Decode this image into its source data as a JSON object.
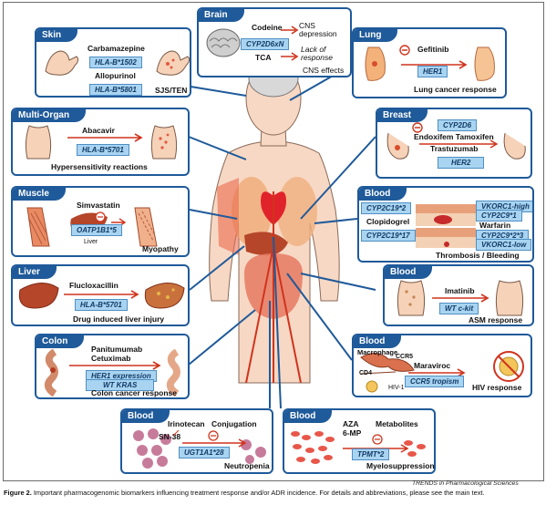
{
  "panels": {
    "brain": {
      "title": "Brain",
      "drug1": "Codeine",
      "effect1": "CNS depression",
      "gene": "CYP2D6xN",
      "drug2": "TCA",
      "effect2": "Lack of response",
      "outcome": "CNS effects"
    },
    "skin": {
      "title": "Skin",
      "drug1": "Carbamazepine",
      "gene1": "HLA-B*1502",
      "drug2": "Allopurinol",
      "gene2": "HLA-B*5801",
      "outcome": "SJS/TEN"
    },
    "lung": {
      "title": "Lung",
      "drug": "Gefitinib",
      "gene": "HER1",
      "outcome": "Lung cancer response"
    },
    "multiorgan": {
      "title": "Multi-Organ",
      "drug": "Abacavir",
      "gene": "HLA-B*5701",
      "outcome": "Hypersensitivity reactions"
    },
    "breast": {
      "title": "Breast",
      "gene1": "CYP2D6",
      "drug1": "Endoxifem Tamoxifen",
      "drug2": "Trastuzumab",
      "gene2": "HER2"
    },
    "muscle": {
      "title": "Muscle",
      "drug": "Simvastatin",
      "gene": "OATP1B1*5",
      "label": "Liver",
      "outcome": "Myopathy"
    },
    "blood_clopidogrel": {
      "title": "Blood",
      "gene1": "CYP2C19*2",
      "drug1": "Clopidogrel",
      "gene2": "CYP2C19*17",
      "gene3": "VKORC1-high",
      "gene4": "CYP2C9*1",
      "drug2": "Warfarin",
      "gene5": "CYP2C9*2*3",
      "gene6": "VKORC1-low",
      "outcome": "Thrombosis / Bleeding"
    },
    "liver": {
      "title": "Liver",
      "drug": "Flucloxacillin",
      "gene": "HLA-B*5701",
      "outcome": "Drug induced liver injury"
    },
    "blood_imatinib": {
      "title": "Blood",
      "drug": "Imatinib",
      "gene": "WT c-kit",
      "outcome": "ASM response"
    },
    "colon": {
      "title": "Colon",
      "drug1": "Panitumumab",
      "drug2": "Cetuximab",
      "gene1": "HER1 expression",
      "gene2": "WT KRAS",
      "outcome": "Colon cancer response"
    },
    "blood_hiv": {
      "title": "Blood",
      "label1": "Macrophage",
      "label2": "CCR5",
      "label3": "CD4",
      "drug": "Maraviroc",
      "gene": "CCR5 tropism",
      "label4": "HIV-1",
      "outcome": "HIV response"
    },
    "blood_irinotecan": {
      "title": "Blood",
      "drug": "Irinotecan",
      "metabolite": "SN-38",
      "process": "Conjugation",
      "gene": "UGT1A1*28",
      "outcome": "Neutropenia"
    },
    "blood_aza": {
      "title": "Blood",
      "drug1": "AZA",
      "drug2": "6-MP",
      "metabolite": "Metabolites",
      "gene": "TPMT*2",
      "outcome": "Myelosuppression"
    }
  },
  "credit": "TRENDS in Pharmacological Sciences",
  "caption": {
    "label": "Figure 2.",
    "text": "Important pharmacogenomic biomarkers influencing treatment response and/or ADR incidence. For details and abbreviations, please see the main text."
  },
  "colors": {
    "panel_border": "#1f5a9a",
    "gene_fill": "#a9d4f1",
    "arrow": "#d0341d",
    "skin": "#f6d2b8",
    "outline": "#7a5a48"
  }
}
